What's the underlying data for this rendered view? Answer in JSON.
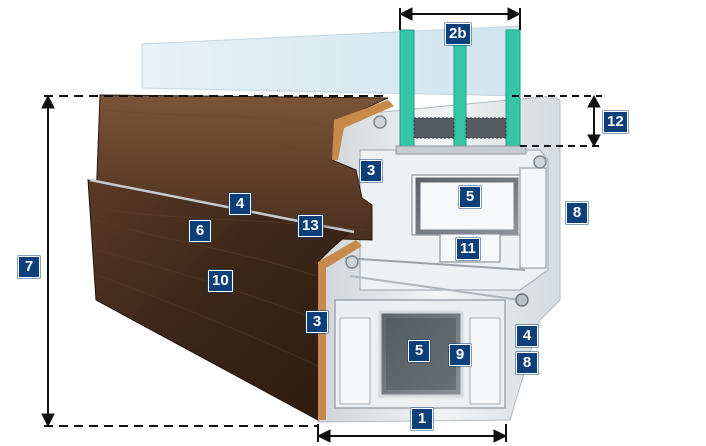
{
  "colors": {
    "badge": "#0d3f7a",
    "badge_text": "#ffffff",
    "wood_dark": "#3d2618",
    "wood_light": "#6b4731",
    "pvc": "#e9ecee",
    "glass": "#35c6a8",
    "reinforcement_steel": "#6f757a",
    "dimension_line": "#111111"
  },
  "labels": {
    "l1": "1",
    "l2b": "2b",
    "l3a": "3",
    "l3b": "3",
    "l4a": "4",
    "l4b": "4",
    "l5a": "5",
    "l5b": "5",
    "l6": "6",
    "l7": "7",
    "l8a": "8",
    "l8b": "8",
    "l9": "9",
    "l10": "10",
    "l11": "11",
    "l12": "12",
    "l13": "13"
  }
}
